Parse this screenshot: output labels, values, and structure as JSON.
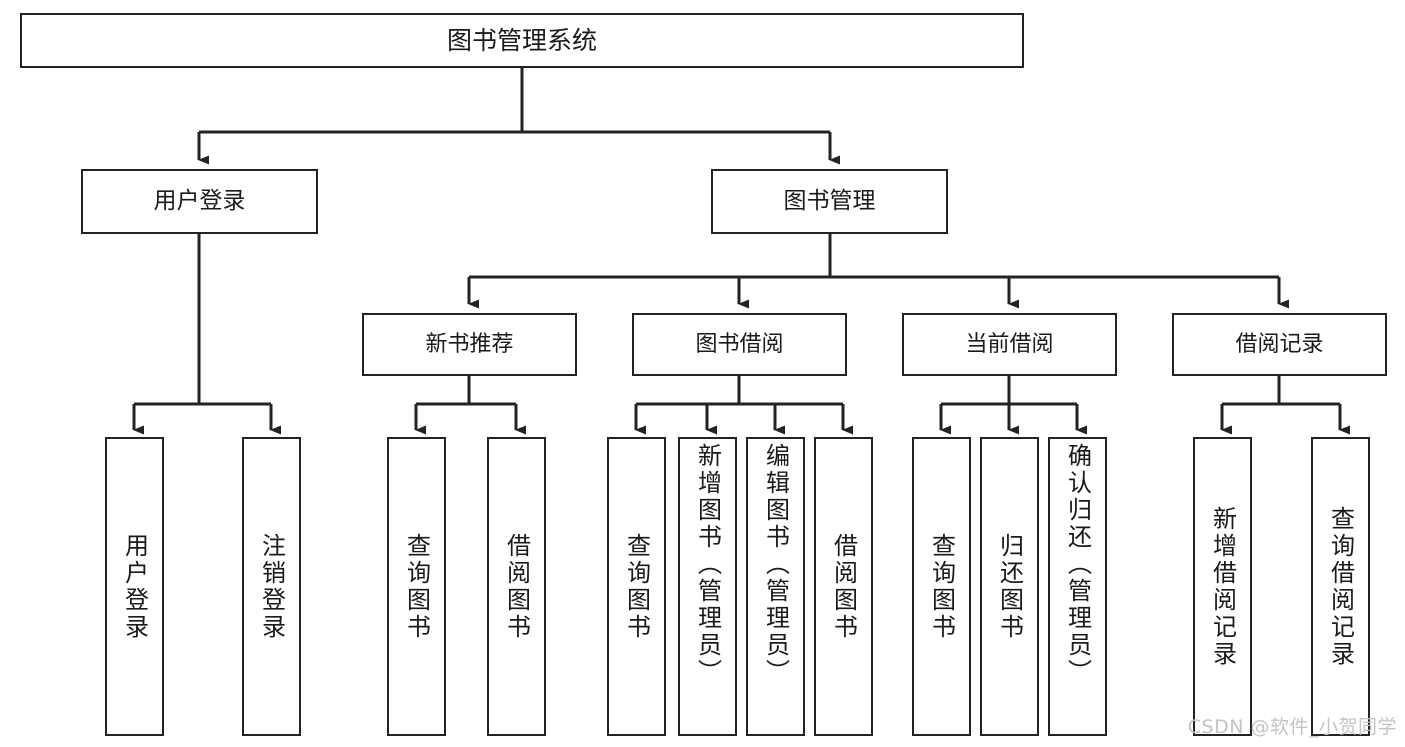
{
  "diagram": {
    "title": "图书管理系统",
    "type": "tree",
    "watermark": "CSDN @软件_小贺同学",
    "colors": {
      "box_border": "#232323",
      "box_fill": "#ffffff",
      "connector": "#232323",
      "text": "#1a1a1a",
      "watermark": "#c4c4c4",
      "background": "#ffffff"
    },
    "root": {
      "id": "root",
      "label": "图书管理系统",
      "level": 0
    },
    "level2": [
      {
        "id": "user-login",
        "label": "用户登录",
        "level": 1
      },
      {
        "id": "book-manage",
        "label": "图书管理",
        "level": 1
      }
    ],
    "level3": [
      {
        "id": "new-book-rec",
        "label": "新书推荐",
        "level": 2,
        "parent": "book-manage"
      },
      {
        "id": "book-borrow",
        "label": "图书借阅",
        "level": 2,
        "parent": "book-manage"
      },
      {
        "id": "current-borrow",
        "label": "当前借阅",
        "level": 2,
        "parent": "book-manage"
      },
      {
        "id": "borrow-record",
        "label": "借阅记录",
        "level": 2,
        "parent": "book-manage"
      }
    ],
    "leaves": [
      {
        "id": "leaf-user-login",
        "label": "用户登录",
        "parent": "user-login",
        "orientation": "vertical"
      },
      {
        "id": "leaf-user-logout",
        "label": "注销登录",
        "parent": "user-login",
        "orientation": "vertical"
      },
      {
        "id": "leaf-query-book-1",
        "label": "查询图书",
        "parent": "new-book-rec",
        "orientation": "vertical"
      },
      {
        "id": "leaf-borrow-book-1",
        "label": "借阅图书",
        "parent": "new-book-rec",
        "orientation": "vertical"
      },
      {
        "id": "leaf-query-book-2",
        "label": "查询图书",
        "parent": "book-borrow",
        "orientation": "vertical"
      },
      {
        "id": "leaf-add-book",
        "label": "新增图书（管理员）",
        "parent": "book-borrow",
        "orientation": "vertical"
      },
      {
        "id": "leaf-edit-book",
        "label": "编辑图书（管理员）",
        "parent": "book-borrow",
        "orientation": "vertical"
      },
      {
        "id": "leaf-borrow-book-2",
        "label": "借阅图书",
        "parent": "book-borrow",
        "orientation": "vertical"
      },
      {
        "id": "leaf-query-book-3",
        "label": "查询图书",
        "parent": "current-borrow",
        "orientation": "vertical"
      },
      {
        "id": "leaf-return-book",
        "label": "归还图书",
        "parent": "current-borrow",
        "orientation": "vertical"
      },
      {
        "id": "leaf-confirm-return",
        "label": "确认归还（管理员）",
        "parent": "current-borrow",
        "orientation": "vertical"
      },
      {
        "id": "leaf-add-record",
        "label": "新增借阅记录",
        "parent": "borrow-record",
        "orientation": "vertical"
      },
      {
        "id": "leaf-query-record",
        "label": "查询借阅记录",
        "parent": "borrow-record",
        "orientation": "vertical"
      }
    ]
  }
}
